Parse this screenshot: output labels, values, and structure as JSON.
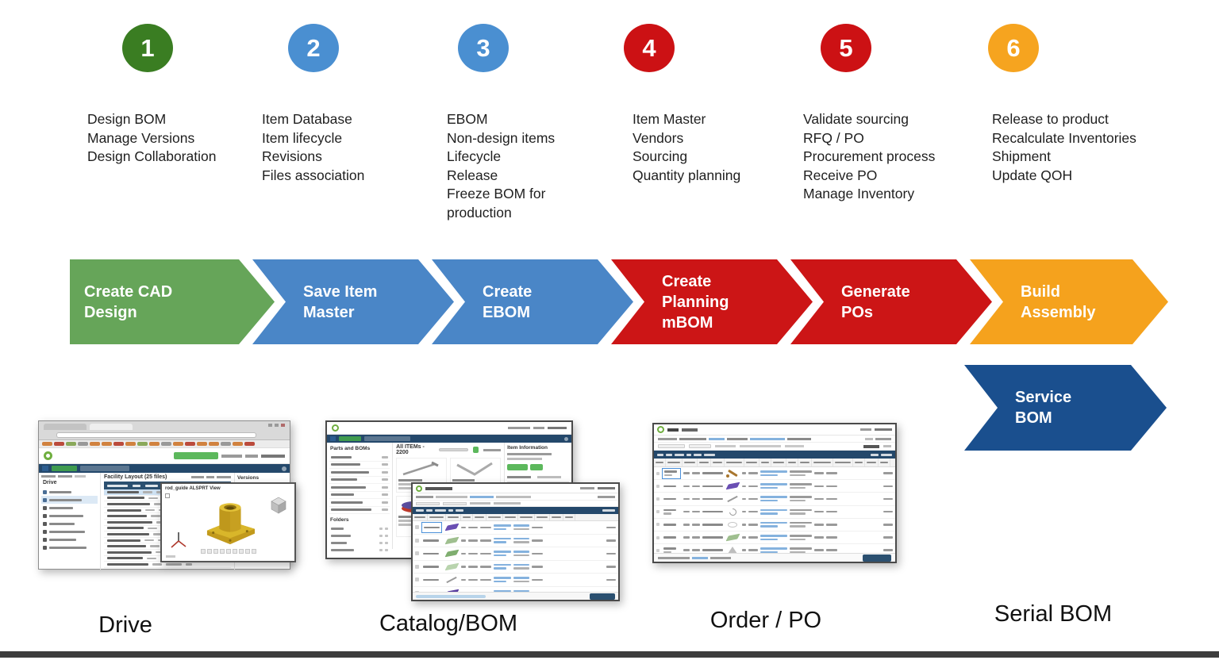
{
  "colors": {
    "step_green": "#3a7d22",
    "step_blue": "#4a8fd1",
    "step_red": "#cc1114",
    "step_orange": "#f6a41f",
    "arrow_green": "#66a559",
    "arrow_blue": "#4a86c7",
    "arrow_red": "#cc1516",
    "arrow_orange": "#f5a21d",
    "arrow_navy": "#1a4f8e",
    "ui_navy": "#24486b",
    "ui_green": "#5cb85c",
    "link_blue": "#85b2de",
    "footer_bar": "#3d3d3d"
  },
  "steps": [
    {
      "number": "1",
      "color": "#3a7d22",
      "items": [
        "Design BOM",
        "Manage Versions",
        "Design Collaboration"
      ]
    },
    {
      "number": "2",
      "color": "#4a8fd1",
      "items": [
        "Item Database",
        "Item lifecycle",
        "Revisions",
        "Files association"
      ]
    },
    {
      "number": "3",
      "color": "#4a8fd1",
      "items": [
        "EBOM",
        "Non-design items",
        "Lifecycle",
        "Release",
        "Freeze BOM for production"
      ]
    },
    {
      "number": "4",
      "color": "#cc1114",
      "items": [
        "Item Master",
        "Vendors",
        "Sourcing",
        "Quantity planning"
      ]
    },
    {
      "number": "5",
      "color": "#cc1114",
      "items": [
        "Validate sourcing",
        "RFQ / PO",
        "Procurement process",
        "Receive PO",
        "Manage Inventory"
      ]
    },
    {
      "number": "6",
      "color": "#f6a41f",
      "items": [
        "Release to product",
        "Recalculate Inventories",
        "Shipment",
        "Update QOH"
      ]
    }
  ],
  "arrows": [
    {
      "label": "Create CAD\nDesign",
      "color": "#66a559"
    },
    {
      "label": "Save Item\nMaster",
      "color": "#4a86c7"
    },
    {
      "label": "Create\nEBOM",
      "color": "#4a86c7"
    },
    {
      "label": "Create\nPlanning\nmBOM",
      "color": "#cc1516"
    },
    {
      "label": "Generate\nPOs",
      "color": "#cc1516"
    },
    {
      "label": "Build\nAssembly",
      "color": "#f5a21d"
    }
  ],
  "service_arrow": {
    "label": "Service\nBOM",
    "color": "#1a4f8e"
  },
  "screens": {
    "drive": {
      "sidebar_title": "Drive",
      "page_title": "Facility Layout (25 files)",
      "versions_title": "Versions",
      "popup_title": "rod_guide ALSPRT View"
    },
    "catalog": {
      "sidebar_title": "Parts and BOMs",
      "folders_title": "Folders",
      "page_title": "All ITEMs - 2200",
      "info_title": "Item Information"
    }
  },
  "captions": {
    "drive": "Drive",
    "catalog": "Catalog/BOM",
    "order": "Order / PO",
    "serial": "Serial BOM"
  }
}
